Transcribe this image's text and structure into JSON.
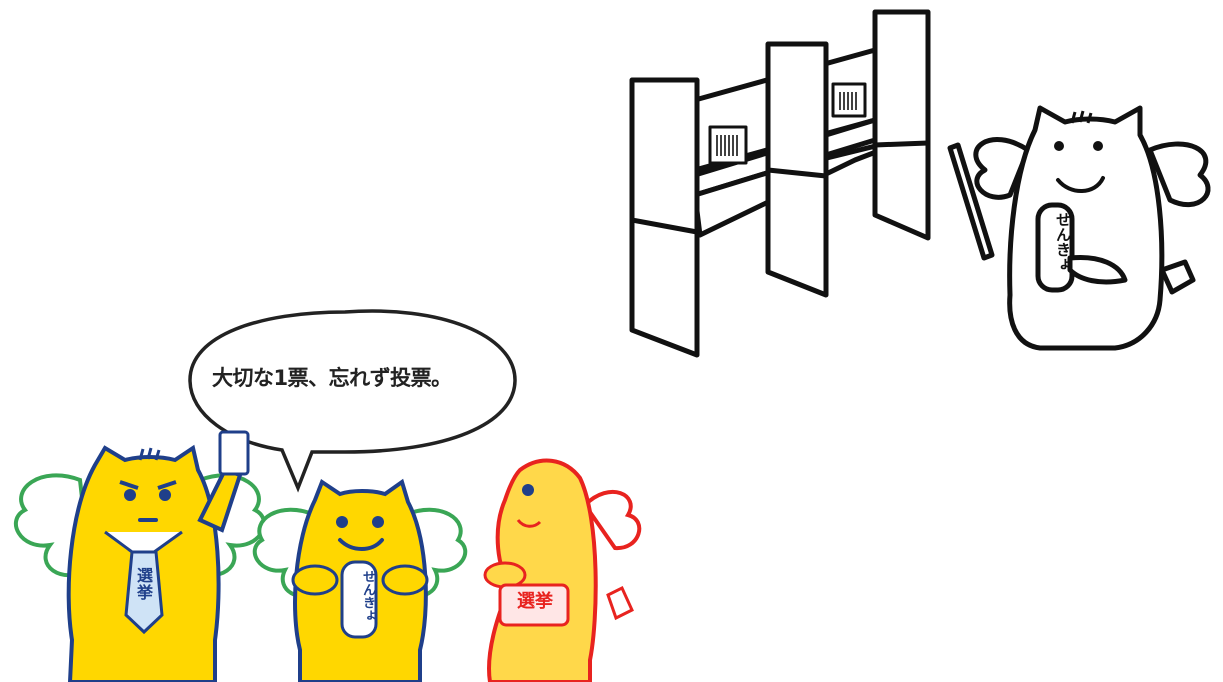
{
  "speech_bubble": {
    "text": "大切な1票、忘れず投票。"
  },
  "mascot_left": {
    "tie_label": "選挙"
  },
  "mascot_center": {
    "badge_label": "せんきょ"
  },
  "mascot_right": {
    "bag_label": "選挙"
  },
  "mascot_outline": {
    "badge_label": "せんきょ"
  },
  "colors": {
    "mascot_yellow": "#ffd700",
    "outline_blue": "#1f3f8a",
    "wing_green": "#3aa655",
    "right_red": "#e8231f",
    "right_yellow": "#ffd84a",
    "line_black": "#111111"
  }
}
